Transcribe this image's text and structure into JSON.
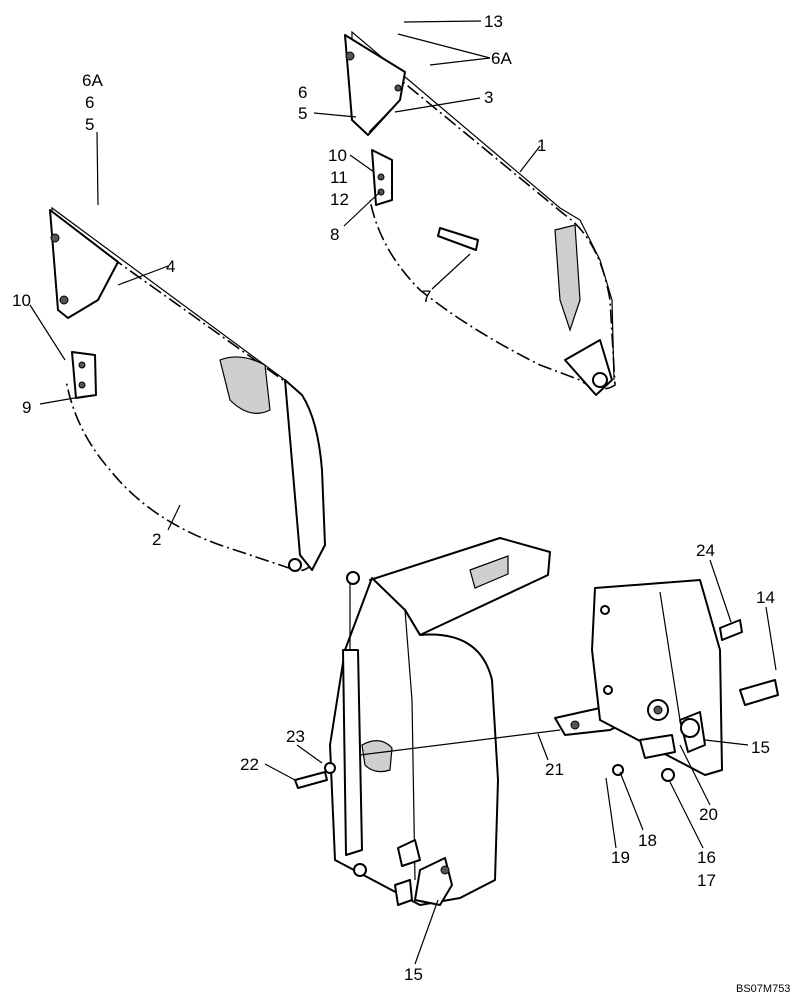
{
  "callouts": {
    "c13": "13",
    "c6a_top": "6A",
    "c3": "3",
    "c6_top": "6",
    "c5_top": "5",
    "c1": "1",
    "c10_top": "10",
    "c11": "11",
    "c12": "12",
    "c8": "8",
    "c7": "7",
    "c6a_left": "6A",
    "c6_left": "6",
    "c5_left": "5",
    "c4": "4",
    "c10_left": "10",
    "c9": "9",
    "c2": "2",
    "c24": "24",
    "c14": "14",
    "c15_right": "15",
    "c23": "23",
    "c22": "22",
    "c21": "21",
    "c20": "20",
    "c18": "18",
    "c19": "19",
    "c16": "16",
    "c17": "17",
    "c15_bottom": "15"
  },
  "drawing_code": "BS07M753"
}
